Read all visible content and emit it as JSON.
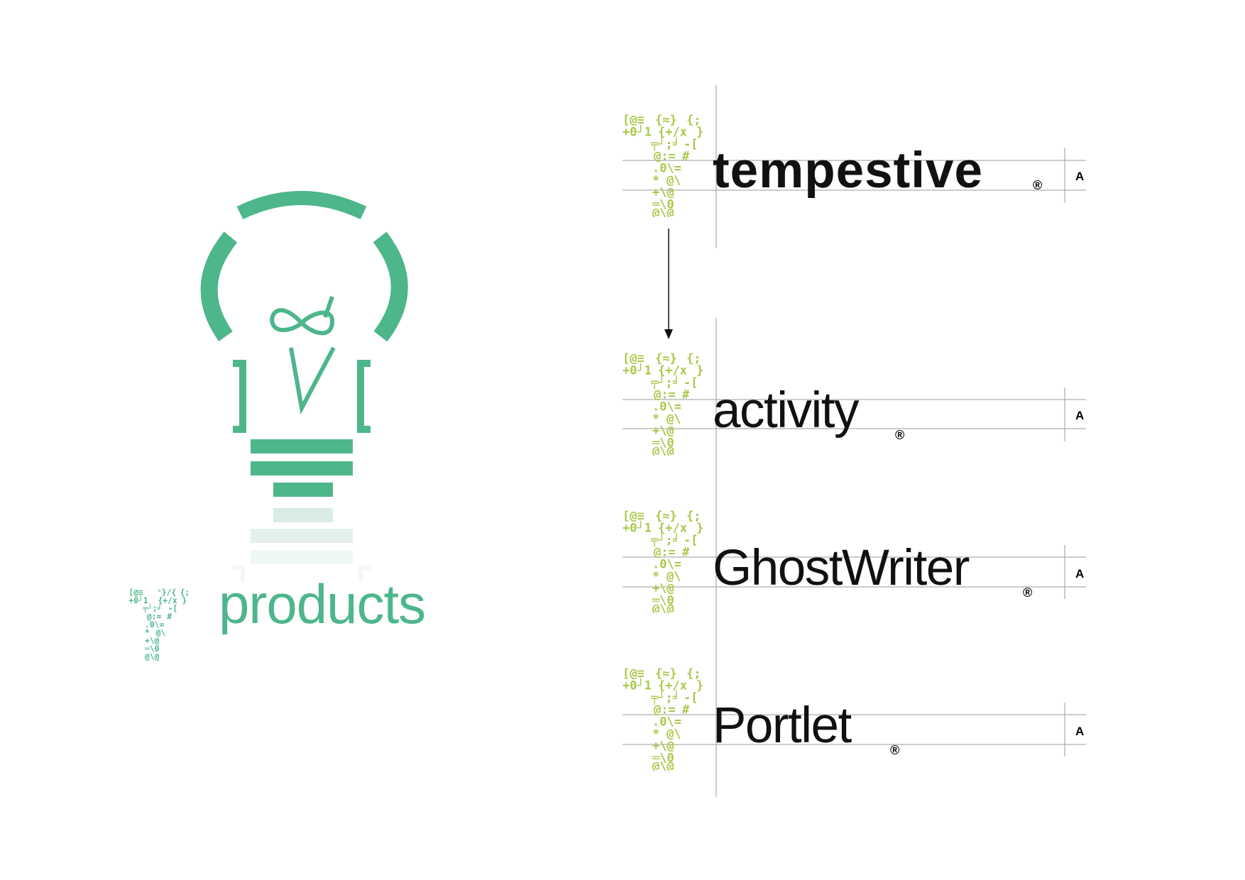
{
  "colors": {
    "bulb_green": "#4db68b",
    "bulb_fade": "#d9ece3",
    "t_glyph_green": "#a8c94a",
    "products_t_green": "#4db68b",
    "text_black": "#111111",
    "guide_gray": "#9a9a9a"
  },
  "bulb": {
    "icon": "lightbulb-icon",
    "infinity_icon": "infinity-icon"
  },
  "left_logo": {
    "word": "products",
    "glyph": "t-glyph-icon"
  },
  "right_logos": [
    {
      "id": "tempestive",
      "word": "tempestive",
      "registered": "®",
      "measure": "A"
    },
    {
      "id": "activity",
      "word": "activity",
      "registered": "®",
      "measure": "A"
    },
    {
      "id": "ghostwriter",
      "word": "GhostWriter",
      "registered": "®",
      "measure": "A"
    },
    {
      "id": "portlet",
      "word": "Portlet",
      "registered": "®",
      "measure": "A"
    }
  ],
  "arrow_icon": "arrow-down-icon"
}
